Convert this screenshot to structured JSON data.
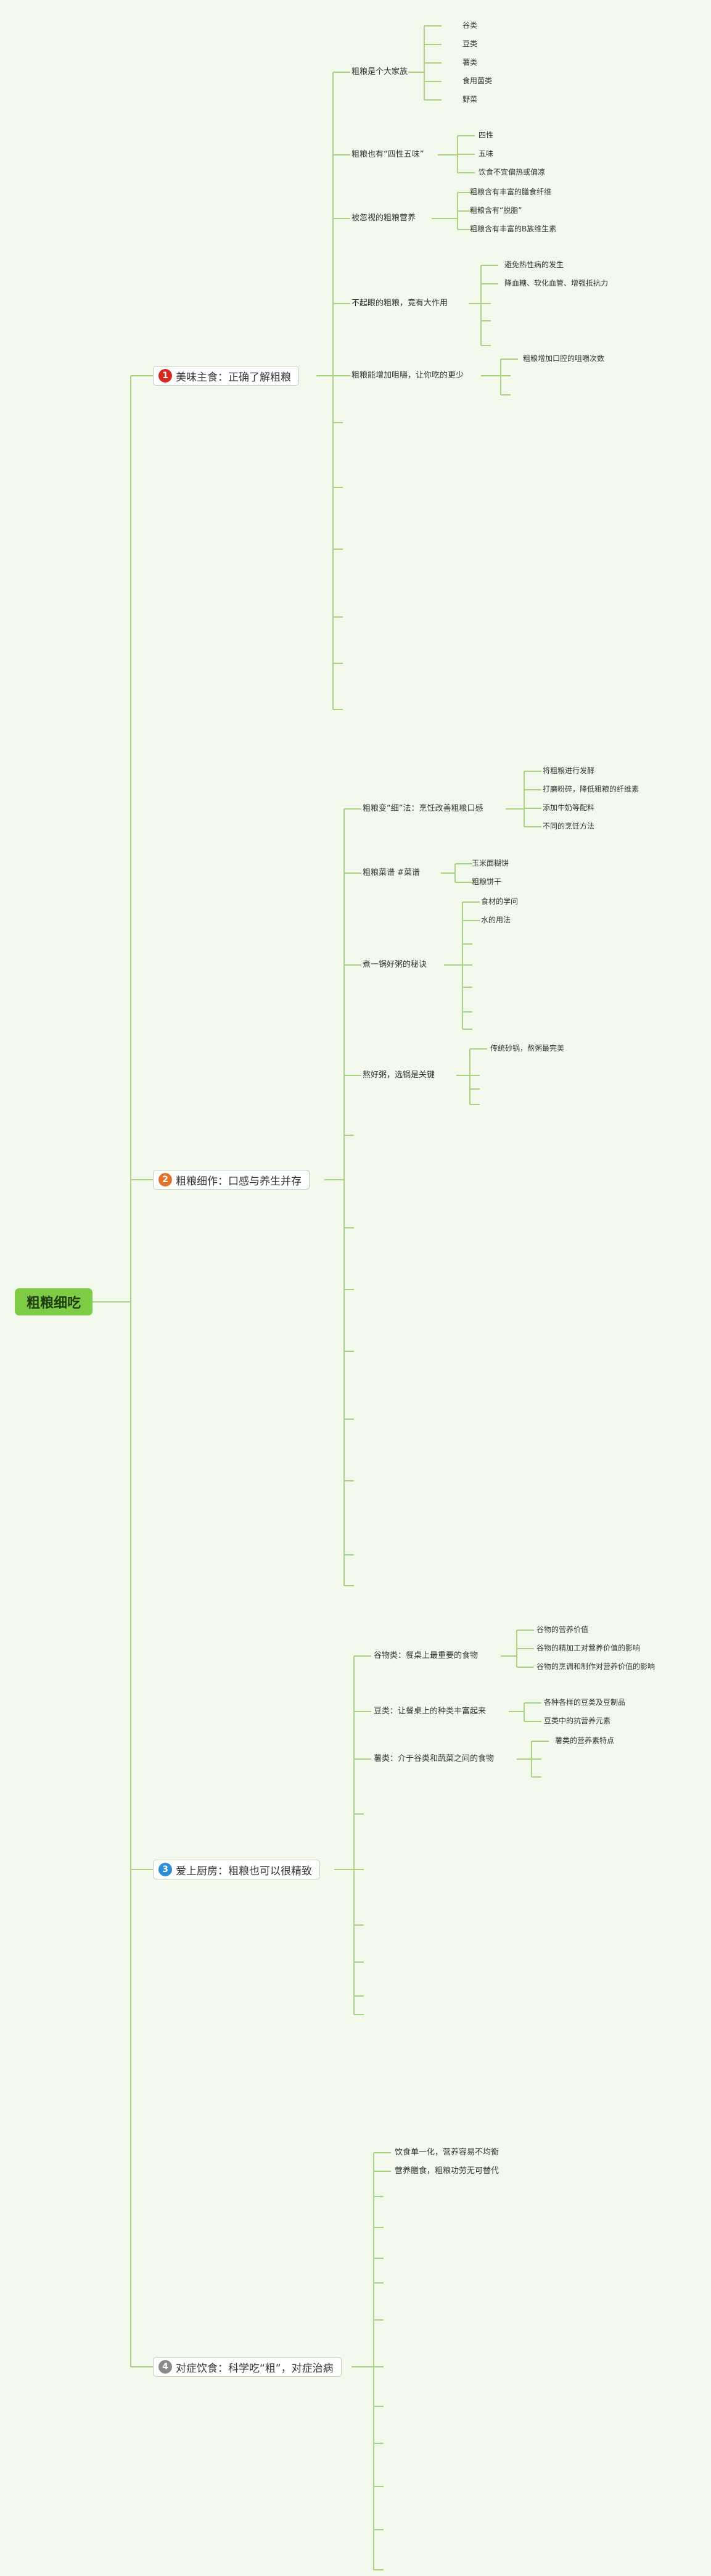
{
  "root": {
    "label": "粗粮细吃",
    "color": "#7ecb45"
  },
  "branches": [
    {
      "num": "1",
      "label": "美味主食：正确了解粗粮",
      "num_color": "#d9281d",
      "topics": [
        {
          "label": "粗粮是个大家族",
          "items": [
            "谷类",
            "豆类",
            "薯类",
            "食用菌类",
            "野菜"
          ]
        },
        {
          "label": "粗粮也有“四性五味”",
          "items": [
            "四性",
            "五味",
            "饮食不宜偏热或偏凉"
          ]
        },
        {
          "label": "被忽视的粗粮营养",
          "items": [
            "粗粮含有丰富的膳食纤维",
            "粗粮含有“脱脂”",
            "粗粮含有丰富的B族维生素"
          ]
        },
        {
          "label": "不起眼的粗粮，竟有大作用",
          "items": [
            "避免热性病的发生",
            "降血糖、软化血管、增强抵抗力"
          ]
        },
        {
          "label": "粗粮能增加咀嚼，让你吃的更少",
          "items": [
            "粗粮增加口腔的咀嚼次数"
          ]
        }
      ]
    },
    {
      "num": "2",
      "label": "粗粮细作：口感与养生并存",
      "num_color": "#e2742b",
      "topics": [
        {
          "label": "粗粮变“细”法：烹饪改善粗粮口感",
          "items": [
            "将粗粮进行发酵",
            "打磨粉碎，降低粗粮的纤维素",
            "添加牛奶等配料",
            "不同的烹饪方法"
          ]
        },
        {
          "label": "粗粮菜谱 #菜谱",
          "items": [
            "玉米面糊饼",
            "粗粮饼干"
          ]
        },
        {
          "label": "煮一锅好粥的秘诀",
          "items": [
            "食材的学问",
            "水的用法"
          ]
        },
        {
          "label": "熬好粥，选锅是关键",
          "items": [
            "传统砂锅，熬粥最完美"
          ]
        }
      ]
    },
    {
      "num": "3",
      "label": "爱上厨房：粗粮也可以很精致",
      "num_color": "#2a8fd6",
      "topics": [
        {
          "label": "谷物类：餐桌上最重要的食物",
          "items": [
            "谷物的营养价值",
            "谷物的精加工对营养价值的影响",
            "谷物的烹调和制作对营养价值的影响"
          ]
        },
        {
          "label": "豆类：让餐桌上的种类丰富起来",
          "items": [
            "各种各样的豆类及豆制品",
            "豆类中的抗营养元素"
          ]
        },
        {
          "label": "薯类：介于谷类和蔬菜之间的食物",
          "items": [
            "薯类的营养素特点"
          ]
        }
      ]
    },
    {
      "num": "4",
      "label": "对症饮食：科学吃“粗”，对症治病",
      "num_color": "#8a8a8a",
      "topics": [
        {
          "label": "饮食单一化，营养容易不均衡",
          "items": []
        },
        {
          "label": "营养膳食，粗粮功劳无可替代",
          "items": []
        }
      ]
    }
  ],
  "colors": {
    "line": "#a9d37f"
  }
}
